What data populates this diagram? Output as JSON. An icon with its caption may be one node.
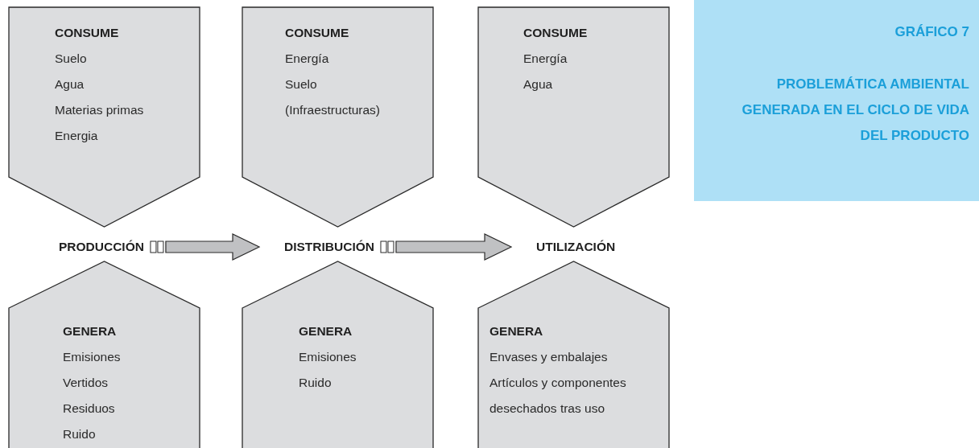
{
  "diagram": {
    "nodes": [
      {
        "text": [
          "CONSUME",
          "Suelo",
          "Agua",
          "Materias primas",
          "Energia"
        ]
      },
      {
        "text": [
          "CONSUME",
          "Energía",
          "Suelo",
          "(Infraestructuras)"
        ]
      },
      {
        "text": [
          "CONSUME",
          "Energía",
          "Agua"
        ]
      },
      {
        "text": [
          "PRODUCCIÓN"
        ]
      },
      {
        "text": [
          "DISTRIBUCIÓN"
        ]
      },
      {
        "text": [
          "UTILIZACIÓN"
        ]
      },
      {
        "text": [
          "GENERA",
          "Emisiones",
          "Vertidos",
          "Residuos",
          "Ruido"
        ]
      },
      {
        "text": [
          "GENERA",
          "Emisiones",
          "Ruido"
        ]
      },
      {
        "text": [
          "GENERA",
          "Envases y embalajes",
          "Artículos y componentes desechados tras uso"
        ]
      },
      {
        "text": [
          "GRÁFICO 7",
          "PROBLEMÁTICA AMBIENTAL GENERADA EN EL CICLO DE VIDA DEL PRODUCTO"
        ]
      }
    ],
    "edges": [
      {
        "from": 3,
        "to": 4,
        "arrow": "to",
        "style": "thick"
      },
      {
        "from": 4,
        "to": 5,
        "arrow": "to",
        "style": "thick"
      }
    ]
  }
}
